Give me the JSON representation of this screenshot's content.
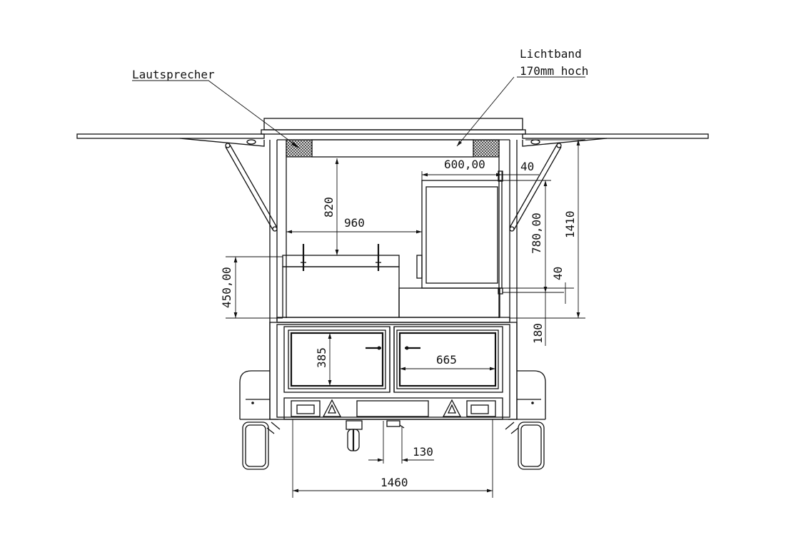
{
  "labels": {
    "speaker": "Lautsprecher",
    "lightband_line1": "Lichtband",
    "lightband_line2": "170mm hoch"
  },
  "dimensions": {
    "d600": "600,00",
    "d40_top": "40",
    "d820": "820",
    "d960": "960",
    "d780": "780,00",
    "d1410": "1410",
    "d450": "450,00",
    "d40_mid": "40",
    "d180": "180",
    "d385": "385",
    "d665": "665",
    "d130": "130",
    "d1460": "1460"
  }
}
